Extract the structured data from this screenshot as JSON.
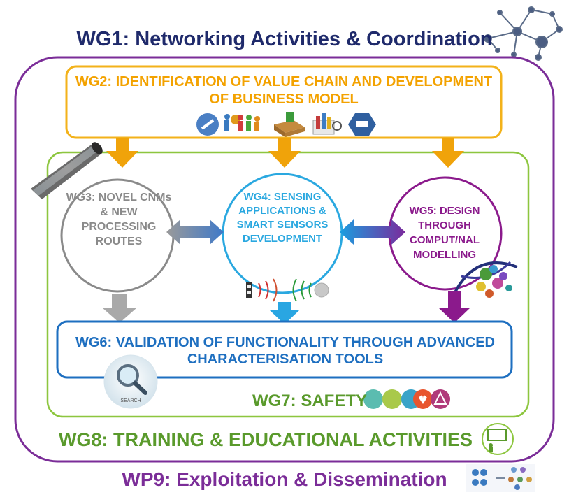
{
  "title": "WG1: Networking Activities & Coordination",
  "footer": "WP9: Exploitation & Dissemination",
  "outer_box_label": "WG8: TRAINING & EDUCATIONAL ACTIVITIES",
  "top_box_label": "WG2: IDENTIFICATION OF VALUE CHAIN AND DEVELOPMENT OF BUSINESS MODEL",
  "circles": {
    "left": "WG3: NOVEL CNMs & NEW PROCESSING ROUTES",
    "center": "WG4: SENSING APPLICATIONS & SMART SENSORS DEVELOPMENT",
    "right": "WG5: DESIGN THROUGH COMPUT/NAL MODELLING"
  },
  "bottom_box_label": "WG6: VALIDATION OF FUNCTIONALITY THROUGH ADVANCED CHARACTERISATION TOOLS",
  "safety_label": "WG7: SAFETY",
  "search_icon_label": "SEARCH",
  "colors": {
    "wg1": "#1f2a6b",
    "wg2": "#f3a200",
    "wg3": "#8a8a8a",
    "wg4": "#2aa8e0",
    "wg5": "#8b1a8c",
    "wg6": "#1e6fc0",
    "wg7": "#5a9a2c",
    "wg8": "#5a9a2c",
    "wp9": "#7b2d98"
  }
}
